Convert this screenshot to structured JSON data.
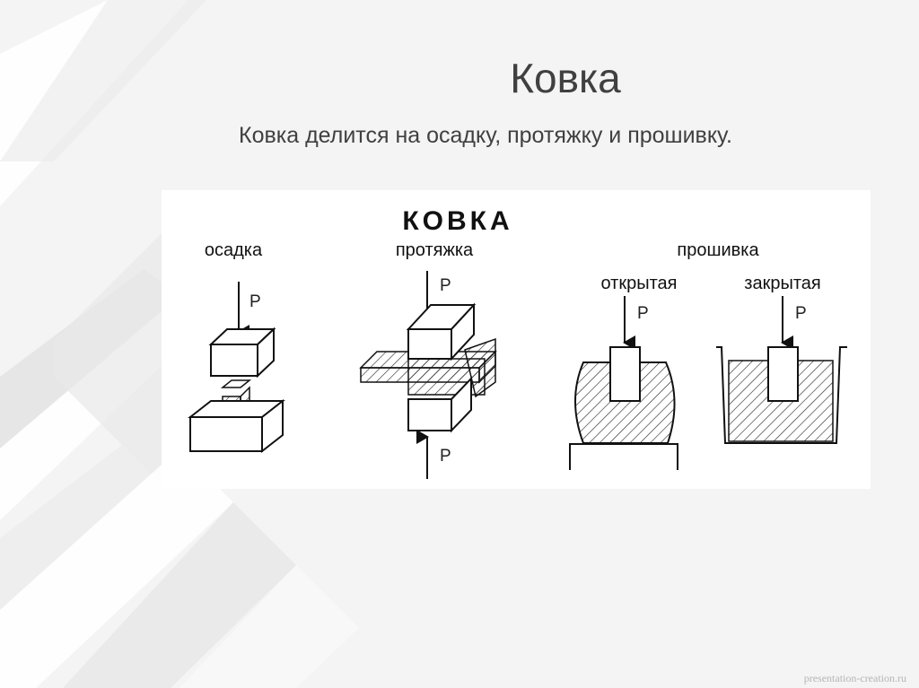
{
  "slide": {
    "title": "Ковка",
    "subtitle": "Ковка делится на осадку, протяжку и прошивку."
  },
  "figure": {
    "title": "КОВКА",
    "labels": {
      "upsetting": "осадка",
      "drawing": "протяжка",
      "piercing": "прошивка",
      "open": "открытая",
      "closed": "закрытая"
    },
    "force": "P"
  },
  "watermark": "presentation-creation.ru"
}
